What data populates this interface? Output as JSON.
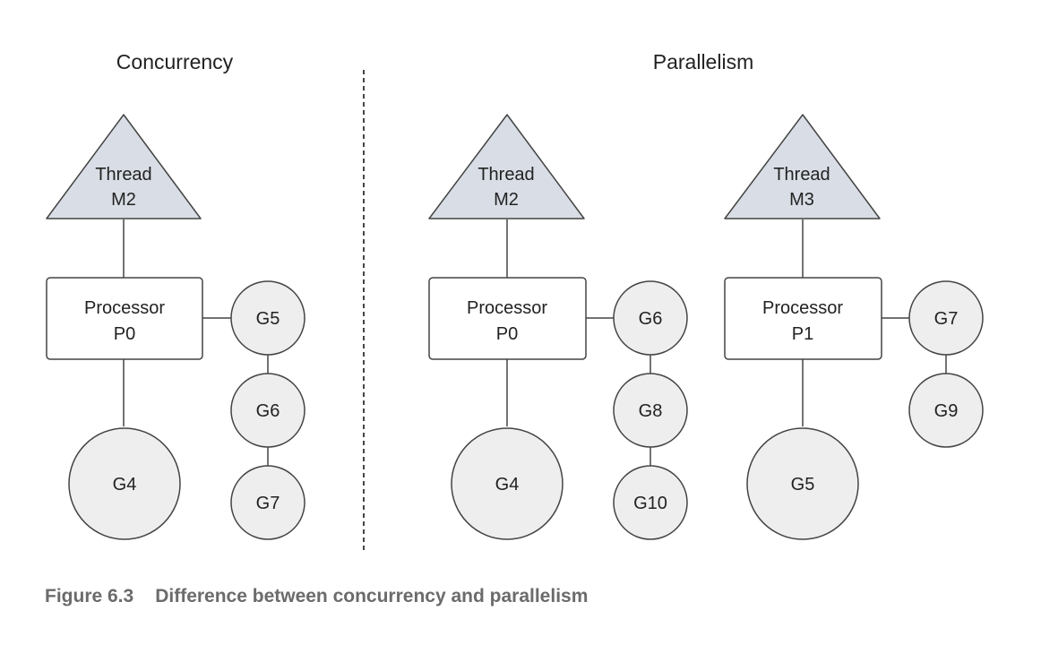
{
  "sections": {
    "concurrency": "Concurrency",
    "parallelism": "Parallelism"
  },
  "diagram": {
    "concurrency": {
      "thread": [
        "Thread",
        "M2"
      ],
      "processor": [
        "Processor",
        "P0"
      ],
      "running": "G4",
      "queue": [
        "G5",
        "G6",
        "G7"
      ]
    },
    "parallel_a": {
      "thread": [
        "Thread",
        "M2"
      ],
      "processor": [
        "Processor",
        "P0"
      ],
      "running": "G4",
      "queue": [
        "G6",
        "G8",
        "G10"
      ]
    },
    "parallel_b": {
      "thread": [
        "Thread",
        "M3"
      ],
      "processor": [
        "Processor",
        "P1"
      ],
      "running": "G5",
      "queue": [
        "G7",
        "G9"
      ]
    }
  },
  "caption": {
    "number": "Figure 6.3",
    "text": "Difference between concurrency and parallelism"
  },
  "colors": {
    "triangle_fill": "#d9dee6",
    "circle_fill": "#eeeeee",
    "stroke": "#444444",
    "caption": "#6b6b6b"
  }
}
